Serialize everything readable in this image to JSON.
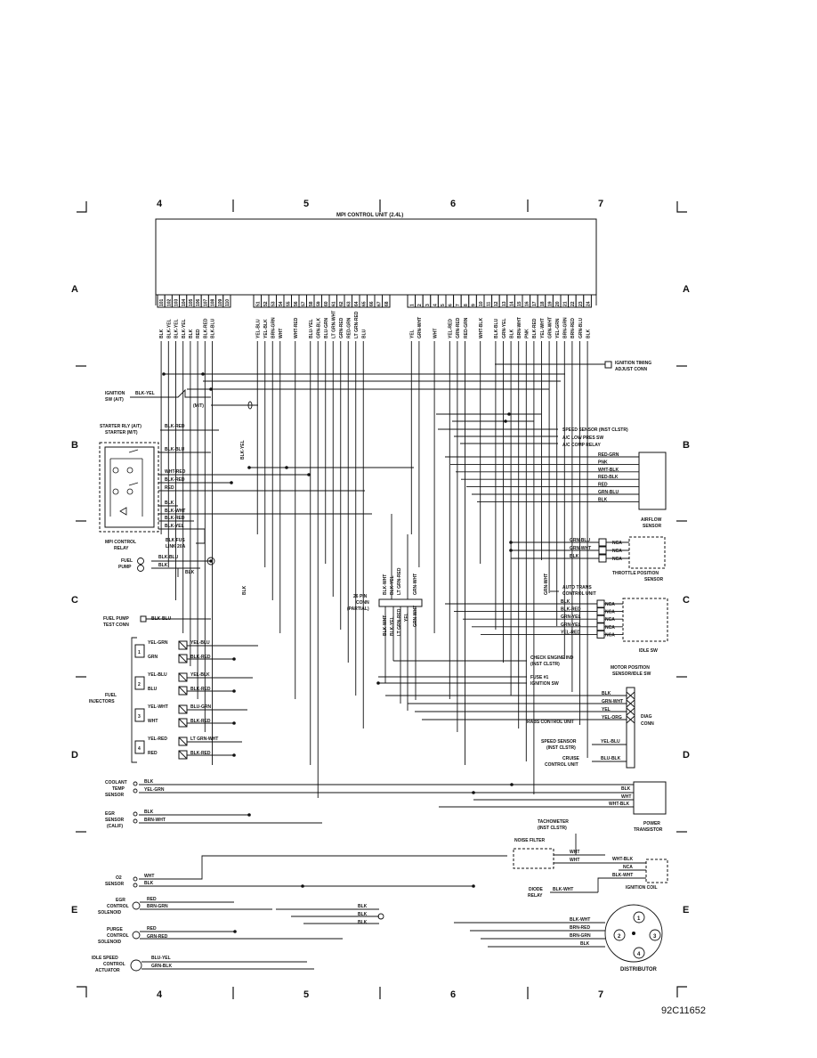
{
  "title": "MPI CONTROL UNIT (2.4L)",
  "drawing_number": "92C11652",
  "grid": {
    "columns": [
      "4",
      "5",
      "6",
      "7"
    ],
    "rows": [
      "A",
      "B",
      "C",
      "D",
      "E"
    ]
  },
  "pins_group1": [
    {
      "num": "101",
      "wire": "BLK"
    },
    {
      "num": "102",
      "wire": "BLK-YEL"
    },
    {
      "num": "103",
      "wire": "BLK-YEL"
    },
    {
      "num": "104",
      "wire": "BLK-YEL"
    },
    {
      "num": "105",
      "wire": "BLK"
    },
    {
      "num": "106",
      "wire": "RED"
    },
    {
      "num": "107",
      "wire": "BLK-RED"
    },
    {
      "num": "108",
      "wire": "BLK-BLU"
    },
    {
      "num": "109",
      "wire": ""
    },
    {
      "num": "110",
      "wire": ""
    }
  ],
  "pins_group2": [
    {
      "num": "51",
      "wire": "YEL-BLU"
    },
    {
      "num": "52",
      "wire": "YEL-BLK"
    },
    {
      "num": "53",
      "wire": "BRN-GRN"
    },
    {
      "num": "54",
      "wire": "WHT"
    },
    {
      "num": "55",
      "wire": ""
    },
    {
      "num": "56",
      "wire": "WHT-RED"
    },
    {
      "num": "57",
      "wire": ""
    },
    {
      "num": "58",
      "wire": "BLU-YEL"
    },
    {
      "num": "59",
      "wire": "GRN-BLK"
    },
    {
      "num": "60",
      "wire": "BLU-GRN"
    },
    {
      "num": "61",
      "wire": "LT GRN-WHT"
    },
    {
      "num": "62",
      "wire": "GRN-RED"
    },
    {
      "num": "63",
      "wire": "RED-GRN"
    },
    {
      "num": "64",
      "wire": "LT GRN-RED"
    },
    {
      "num": "65",
      "wire": "BLU"
    },
    {
      "num": "66",
      "wire": ""
    },
    {
      "num": "67",
      "wire": ""
    },
    {
      "num": "68",
      "wire": ""
    }
  ],
  "pins_group3": [
    {
      "num": "1",
      "wire": "YEL"
    },
    {
      "num": "2",
      "wire": "GRN-WHT"
    },
    {
      "num": "3",
      "wire": ""
    },
    {
      "num": "4",
      "wire": "WHT"
    },
    {
      "num": "5",
      "wire": ""
    },
    {
      "num": "6",
      "wire": "YEL-RED"
    },
    {
      "num": "7",
      "wire": "GRN-RED"
    },
    {
      "num": "8",
      "wire": "RED-GRN"
    },
    {
      "num": "9",
      "wire": ""
    },
    {
      "num": "10",
      "wire": "WHT-BLK"
    },
    {
      "num": "11",
      "wire": ""
    },
    {
      "num": "12",
      "wire": "BLK-BLU"
    },
    {
      "num": "13",
      "wire": "GRN-YEL"
    },
    {
      "num": "14",
      "wire": "BLK"
    },
    {
      "num": "15",
      "wire": "BRN-WHT"
    },
    {
      "num": "16",
      "wire": "PNK"
    },
    {
      "num": "17",
      "wire": "BLK-RED"
    },
    {
      "num": "18",
      "wire": "YEL-WHT"
    },
    {
      "num": "19",
      "wire": "GRN-WHT"
    },
    {
      "num": "20",
      "wire": "YEL-GRN"
    },
    {
      "num": "21",
      "wire": "BRN-GRN"
    },
    {
      "num": "22",
      "wire": "BRN-RED"
    },
    {
      "num": "23",
      "wire": "GRN-BLU"
    },
    {
      "num": "24",
      "wire": "BLK"
    }
  ],
  "left_components": {
    "ignition_sw": {
      "label1": "IGNITION",
      "label2": "SW (A/T)",
      "wire": "BLK-YEL"
    },
    "mt": "(M/T)",
    "starter_rly": {
      "label1": "STARTER RLY (A/T)",
      "label2": "STARTER (M/T)",
      "wire": "BLK-RED"
    },
    "relay_wires": [
      "BLK-BLU",
      "WHT-RED",
      "BLK-RED",
      "RED",
      "BLK",
      "BLK-WHT",
      "BLK-RED",
      "BLK-YEL"
    ],
    "fus_link": {
      "label1": "BLK FUS",
      "label2": "LINK 20A"
    },
    "relay_label": {
      "label1": "MPI CONTROL",
      "label2": "RELAY"
    },
    "vertical_blk_yel": "BLK-YEL",
    "vertical_blk": "BLK",
    "fuel_pump": {
      "label1": "FUEL",
      "label2": "PUMP",
      "wire1": "BLK-BLU",
      "wire2": "BLK",
      "wire3": "BLK"
    },
    "fuel_pump_test": {
      "label1": "FUEL PUMP",
      "label2": "TEST CONN",
      "wire": "BLK-BLU"
    },
    "injectors_label": {
      "label1": "FUEL",
      "label2": "INJECTORS"
    },
    "injectors": [
      {
        "num": "1",
        "left1": "YEL-GRN",
        "left2": "GRN",
        "right1": "YEL-BLU",
        "right2": "BLK-RED"
      },
      {
        "num": "2",
        "left1": "YEL-BLU",
        "left2": "BLU",
        "right1": "YEL-BLK",
        "right2": "BLK-RED"
      },
      {
        "num": "3",
        "left1": "YEL-WHT",
        "left2": "WHT",
        "right1": "BLU-GRN",
        "right2": "BLK-RED"
      },
      {
        "num": "4",
        "left1": "YEL-RED",
        "left2": "RED",
        "right1": "LT GRN-WHT",
        "right2": "BLK-RED"
      }
    ],
    "coolant": {
      "label1": "COOLANT",
      "label2": "TEMP",
      "label3": "SENSOR",
      "wire1": "BLK",
      "wire2": "YEL-GRN"
    },
    "egr_sensor": {
      "label1": "EGR",
      "label2": "SENSOR",
      "label3": "(CALIF)",
      "wire1": "BLK",
      "wire2": "BRN-WHT"
    },
    "o2": {
      "label1": "O2",
      "label2": "SENSOR",
      "wire1": "WHT",
      "wire2": "BLK"
    },
    "egr_sol": {
      "label1": "EGR",
      "label2": "CONTROL",
      "label3": "SOLENOID",
      "wire1": "RED",
      "wire2": "BRN-GRN"
    },
    "purge": {
      "label1": "PURGE",
      "label2": "CONTROL",
      "label3": "SOLENOID",
      "wire1": "RED",
      "wire2": "GRN-RED"
    },
    "idle_speed": {
      "label1": "IDLE SPEED",
      "label2": "CONTROL",
      "label3": "ACTUATOR",
      "wire1": "BLU-YEL",
      "wire2": "GRN-BLK"
    },
    "ground_blk": [
      "BLK",
      "BLK",
      "BLK"
    ]
  },
  "center": {
    "conn26": {
      "label1": "26 PIN",
      "label2": "CONN",
      "label3": "(PARTIAL)"
    },
    "top_wires": [
      "BLK-WHT",
      "BLK-YEL",
      "LT GRN-RED",
      "GRN-WHT"
    ],
    "bottom_wires": [
      "BLK-WHT",
      "BLK-YEL",
      "LT GRN-RED",
      "YEL",
      "GRN-WHT"
    ]
  },
  "right_components": {
    "ignition_timing": {
      "label1": "IGNITION TIMING",
      "label2": "ADJUST CONN"
    },
    "speed_sensor": "SPEED SENSOR (INST CLSTR)",
    "ac_low": "A/C LOW PRES SW",
    "ac_comp": "A/C COMP RELAY",
    "airflow_wires": [
      "RED-GRN",
      "PNK",
      "WHT-BLK",
      "RED-BLK",
      "RED",
      "GRN-BLU",
      "BLK"
    ],
    "airflow": {
      "label1": "AIRFLOW",
      "label2": "SENSOR"
    },
    "tps_wires": [
      "GRN-BLU",
      "GRN-WHT",
      "BLK"
    ],
    "tps_nca": [
      "NCA",
      "NCA",
      "NCA"
    ],
    "tps": {
      "label1": "THROTTLE POSITION",
      "label2": "SENSOR"
    },
    "grn_wht_vert": "GRN-WHT",
    "auto_trans": {
      "label1": "AUTO TRANS",
      "label2": "CONTROL UNIT"
    },
    "mps_wires": [
      "BLK",
      "BLK-RED",
      "GRN-YEL",
      "GRN-YEL",
      "YEL-RED"
    ],
    "mps_nca": [
      "NCA",
      "NCA",
      "NCA",
      "NCA",
      "NCA"
    ],
    "idle_sw": "IDLE SW",
    "mps": {
      "label1": "MOTOR POSITION",
      "label2": "SENSOR/IDLE SW"
    },
    "check_engine": {
      "label1": "CHECK ENGINE IND",
      "label2": "(INST CLSTR)"
    },
    "fuse1": {
      "label1": "FUSE #1",
      "label2": "IGNITION SW"
    },
    "diag_wires": [
      "BLK",
      "GRN-WHT",
      "YEL",
      "YEL-ORG"
    ],
    "rabs": "RABS CONTROL UNIT",
    "diag": {
      "label1": "DIAG",
      "label2": "CONN"
    },
    "speed_sensor2": {
      "label1": "SPEED SENSOR",
      "label2": "(INST CLSTR)",
      "wire": "YEL-BLU"
    },
    "cruise": {
      "label1": "CRUISE",
      "label2": "CONTROL UNIT",
      "wire": "BLU-BLK"
    },
    "pt_wires": [
      "BLK",
      "WHT",
      "WHT-BLK"
    ],
    "power_transistor": {
      "label1": "POWER",
      "label2": "TRANSISTOR"
    },
    "tachometer": {
      "label1": "TACHOMETER",
      "label2": "(INST CLSTR)"
    },
    "noise_filter": "NOISE FILTER",
    "nf_wires": [
      "WHT",
      "WHT"
    ],
    "coil_wires": [
      "WHT-BLK",
      "NCA",
      "BLK-WHT"
    ],
    "ignition_coil": "IGNITION COIL",
    "diode": {
      "label1": "DIODE",
      "label2": "RELAY",
      "wire": "BLK-WHT"
    },
    "dist_wires": [
      "BLK-WHT",
      "BRN-RED",
      "BRN-GRN",
      "BLK"
    ],
    "dist_nums": [
      "1",
      "2",
      "3",
      "4"
    ],
    "distributor": "DISTRIBUTOR"
  }
}
